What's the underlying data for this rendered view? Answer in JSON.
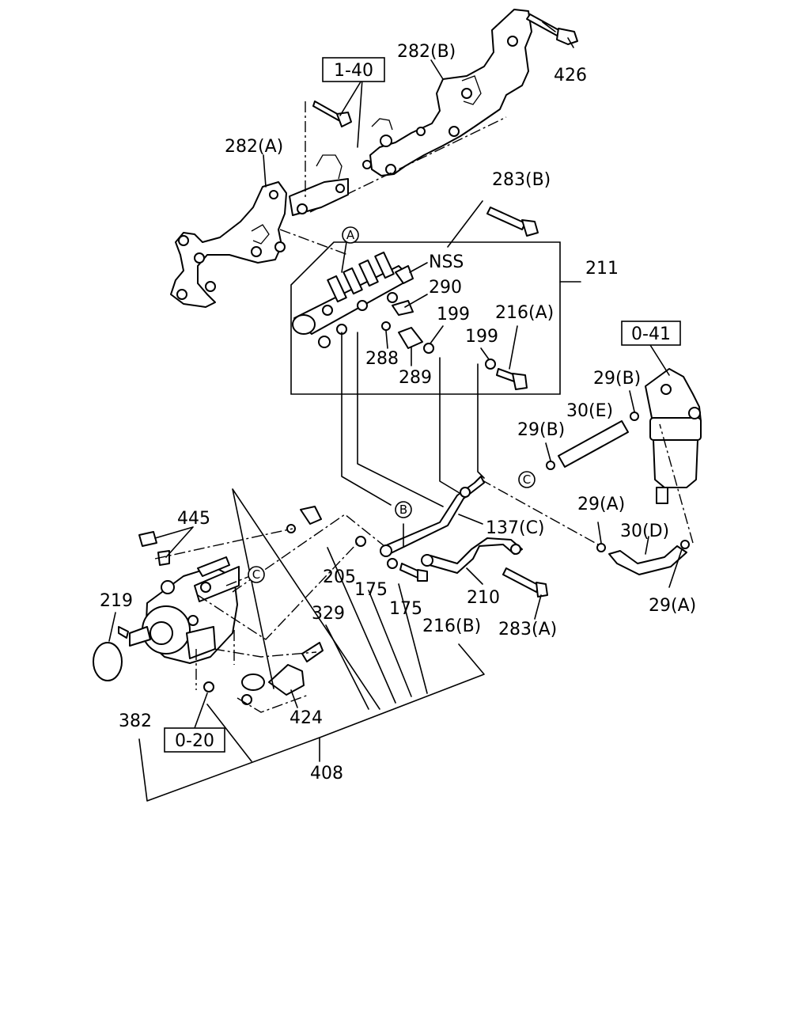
{
  "labels": {
    "p426": "426",
    "p282b": "282(B)",
    "p282a": "282(A)",
    "p283b": "283(B)",
    "nss": "NSS",
    "p211": "211",
    "p290": "290",
    "p199a": "199",
    "p199b": "199",
    "p216a": "216(A)",
    "p288": "288",
    "p289": "289",
    "p29b_top": "29(B)",
    "p30e": "30(E)",
    "p29b_left": "29(B)",
    "p29a_top": "29(A)",
    "p30d": "30(D)",
    "p29a_bottom": "29(A)",
    "p445": "445",
    "p137c": "137(C)",
    "p205": "205",
    "p175a": "175",
    "p175b": "175",
    "p210": "210",
    "p219": "219",
    "p329": "329",
    "p216b": "216(B)",
    "p283a": "283(A)",
    "p382": "382",
    "p424": "424",
    "p408": "408"
  },
  "refs": {
    "r140": "1-40",
    "r041": "0-41",
    "r020": "0-20"
  },
  "markers": {
    "a": "A",
    "b": "B",
    "c1": "C",
    "c2": "C"
  }
}
